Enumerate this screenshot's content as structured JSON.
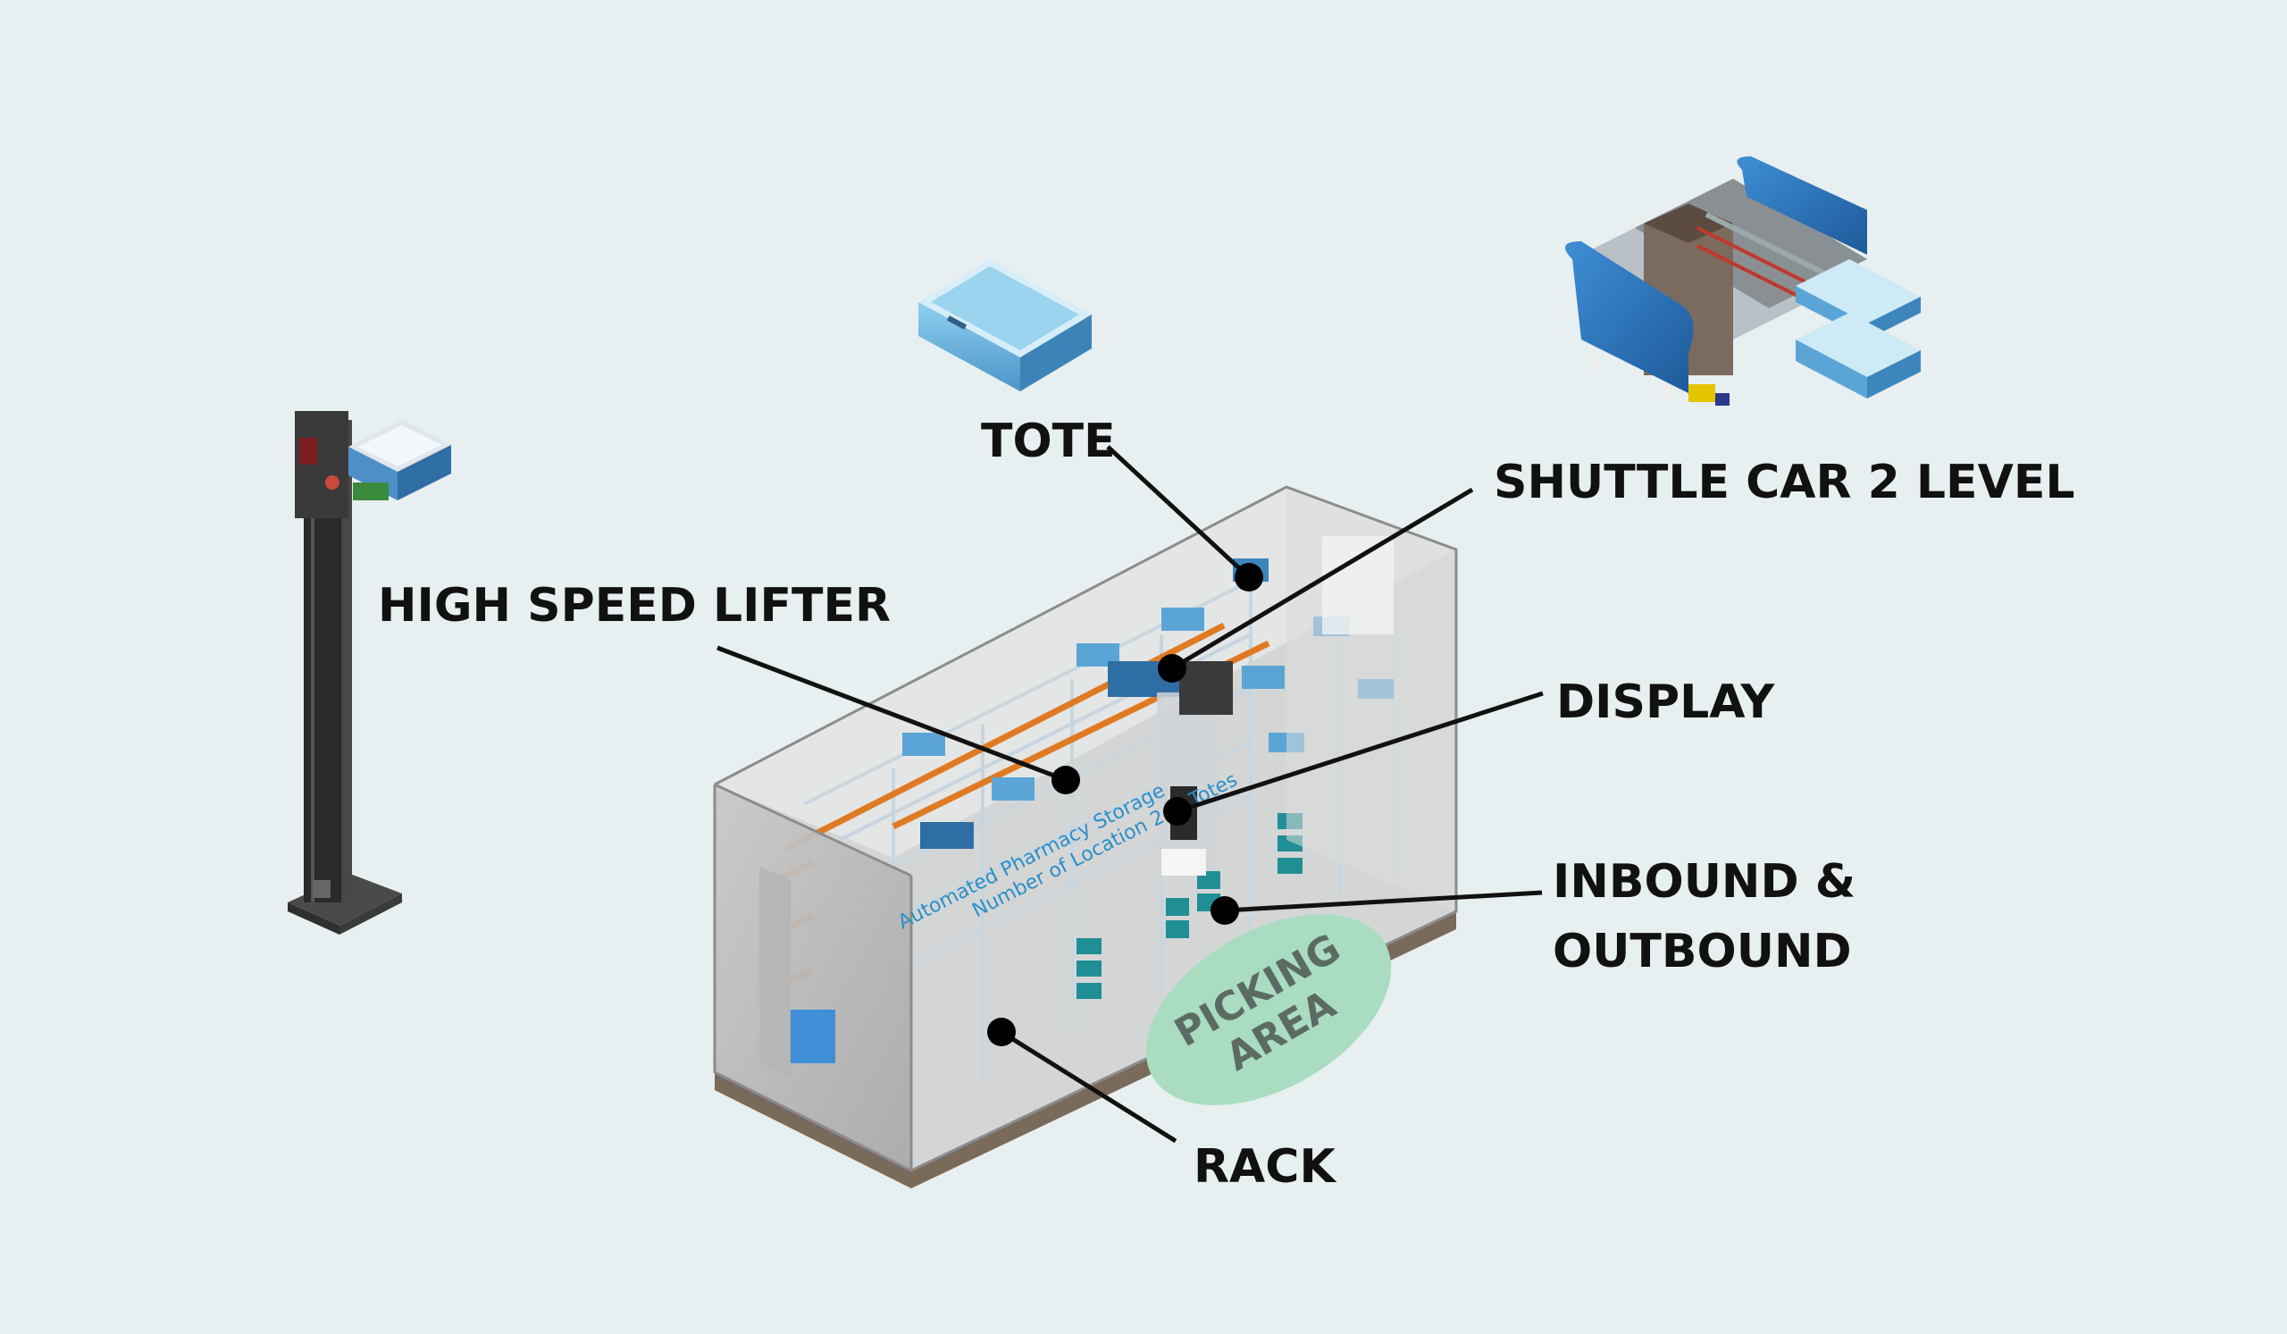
{
  "labels": {
    "tote": "TOTE",
    "shuttle": "SHUTTLE CAR 2 LEVEL",
    "lifter": "HIGH SPEED LIFTER",
    "display": "DISPLAY",
    "inbound_line1": "INBOUND &",
    "inbound_line2": "OUTBOUND",
    "rack": "RACK",
    "picking_line1": "PICKING",
    "picking_line2": "AREA"
  },
  "banner": {
    "line1": "Automated Pharmacy Storage",
    "line2": "Number of Location 244 Totes"
  },
  "colors": {
    "background": "#e8eff0",
    "tote_blue": "#6fb6e0",
    "rack_orange": "#e07a22",
    "picking_area": "#a9dcc0",
    "frame_black": "#2b2b2b"
  }
}
